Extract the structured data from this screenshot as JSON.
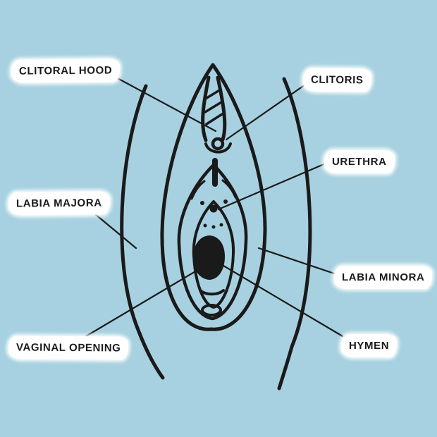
{
  "diagram": {
    "labels": [
      {
        "id": "clitoral-hood",
        "text": "CLITORAL HOOD"
      },
      {
        "id": "clitoris",
        "text": "CLITORIS"
      },
      {
        "id": "urethra",
        "text": "URETHRA"
      },
      {
        "id": "labia-majora",
        "text": "LABIA MAJORA"
      },
      {
        "id": "labia-minora",
        "text": "LABIA MINORA"
      },
      {
        "id": "vaginal-opening",
        "text": "VAGINAL OPENING"
      },
      {
        "id": "hymen",
        "text": "HYMEN"
      }
    ]
  },
  "colors": {
    "background": "#a7d1e0",
    "ink": "#1a1a1a",
    "label_background": "#ffffff",
    "label_text": "#1a1a1a"
  }
}
